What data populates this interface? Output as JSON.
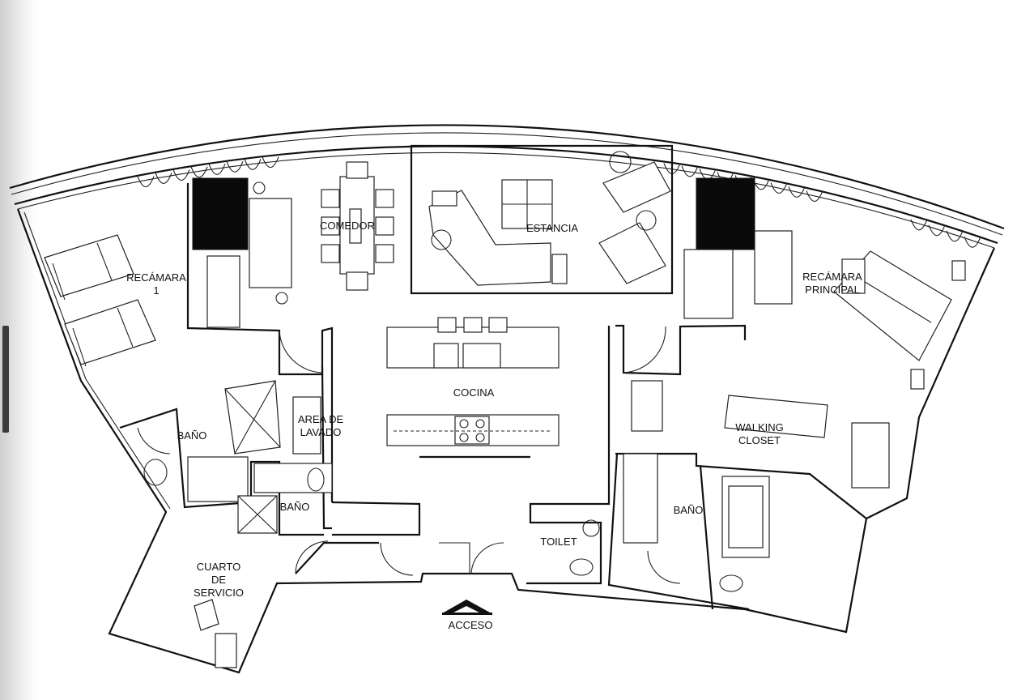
{
  "plan": {
    "rooms": {
      "recamara1": "RECÁMARA\n1",
      "comedor": "COMEDOR",
      "estancia": "ESTANCIA",
      "recamara_principal": "RECÁMARA\nPRINCIPAL",
      "cocina": "COCINA",
      "bano_left": "BAÑO",
      "area_lavado": "AREA DE\nLAVADO",
      "walking_closet": "WALKING\nCLOSET",
      "bano_mid": "BAÑO",
      "bano_right": "BAÑO",
      "toilet": "TOILET",
      "cuarto_servicio": "CUARTO\nDE\nSERVICIO",
      "acceso": "ACCESO"
    },
    "colors": {
      "line": "#111111",
      "background": "#ffffff",
      "edge": "#3a3a3a"
    }
  }
}
